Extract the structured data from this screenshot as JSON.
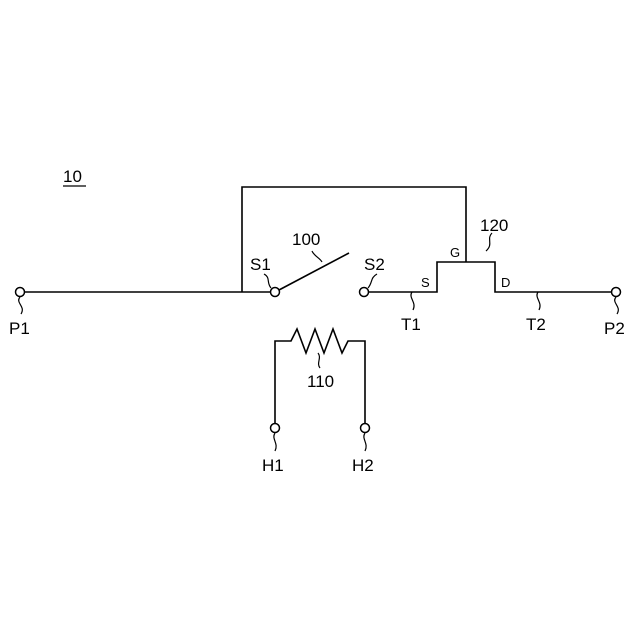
{
  "figure": {
    "reference": "10"
  },
  "labels": {
    "p1": "P1",
    "p2": "P2",
    "s1": "S1",
    "s2": "S2",
    "t1": "T1",
    "t2": "T2",
    "h1": "H1",
    "h2": "H2",
    "switch_ref": "100",
    "heater_ref": "110",
    "transistor_ref": "120",
    "gate": "G",
    "source": "S",
    "drain": "D"
  }
}
